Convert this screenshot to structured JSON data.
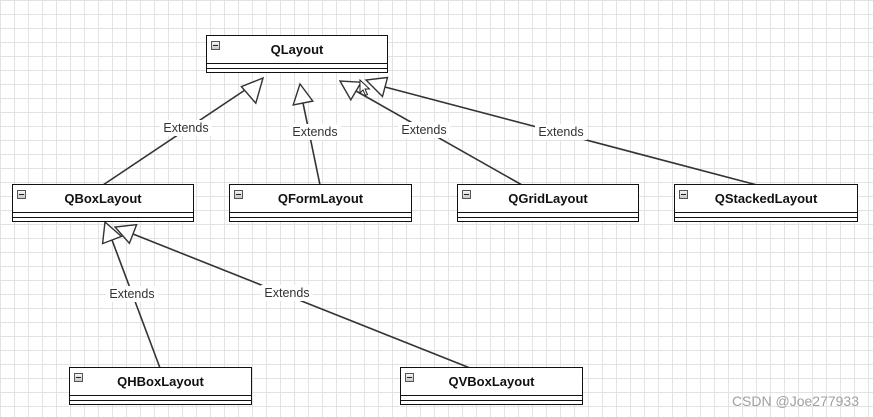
{
  "diagram": {
    "classes": {
      "qlayout": {
        "name": "QLayout"
      },
      "qboxlayout": {
        "name": "QBoxLayout"
      },
      "qformlayout": {
        "name": "QFormLayout"
      },
      "qgridlayout": {
        "name": "QGridLayout"
      },
      "qstackedlayout": {
        "name": "QStackedLayout"
      },
      "qhboxlayout": {
        "name": "QHBoxLayout"
      },
      "qvboxlayout": {
        "name": "QVBoxLayout"
      }
    },
    "edges": {
      "qboxlayout_to_qlayout": {
        "label": "Extends"
      },
      "qformlayout_to_qlayout": {
        "label": "Extends"
      },
      "qgridlayout_to_qlayout": {
        "label": "Extends"
      },
      "qstackedlayout_to_qlayout": {
        "label": "Extends"
      },
      "qhboxlayout_to_qboxlayout": {
        "label": "Extends"
      },
      "qvboxlayout_to_qboxlayout": {
        "label": "Extends"
      }
    }
  },
  "icons": {
    "class_collapse": "collapse-icon",
    "cursor": "mouse-pointer-icon"
  },
  "watermark": "CSDN @Joe277933",
  "colors": {
    "line": "#333333",
    "box_border": "#111111",
    "grid": "#e3e3e3",
    "watermark": "#a0a0a0"
  }
}
